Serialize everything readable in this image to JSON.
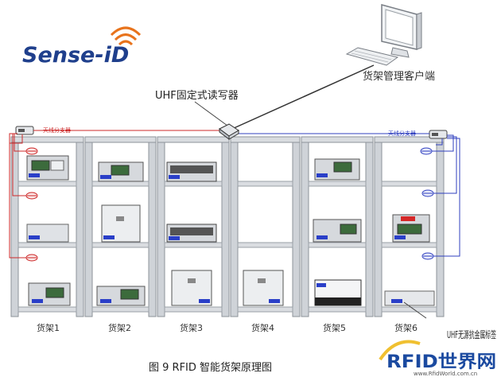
{
  "logo": {
    "text": "Sense-iD",
    "colors": {
      "main": "#1f3f8c",
      "accent": "#e8731c"
    }
  },
  "client": {
    "label": "货架管理客户端",
    "icon": "desktop-computer-icon"
  },
  "reader": {
    "label": "UHF固定式读写器",
    "icon": "rfid-reader-icon"
  },
  "splitters": {
    "left": "天线分支器",
    "right": "天线分支器"
  },
  "shelves": [
    "货架1",
    "货架2",
    "货架3",
    "货架4",
    "货架5",
    "货架6"
  ],
  "tag_label": "UHF无源抗金属标签",
  "caption": "图 9   RFID 智能货架原理图",
  "watermark": {
    "text": "RFID世界网",
    "url": "www.RfidWorld.com.cn"
  },
  "colors": {
    "left_cable": "#cc2a2a",
    "right_cable": "#2f3fbf",
    "shelf_frame": "#c8ccd2",
    "tag_blue": "#2a3fc8"
  }
}
